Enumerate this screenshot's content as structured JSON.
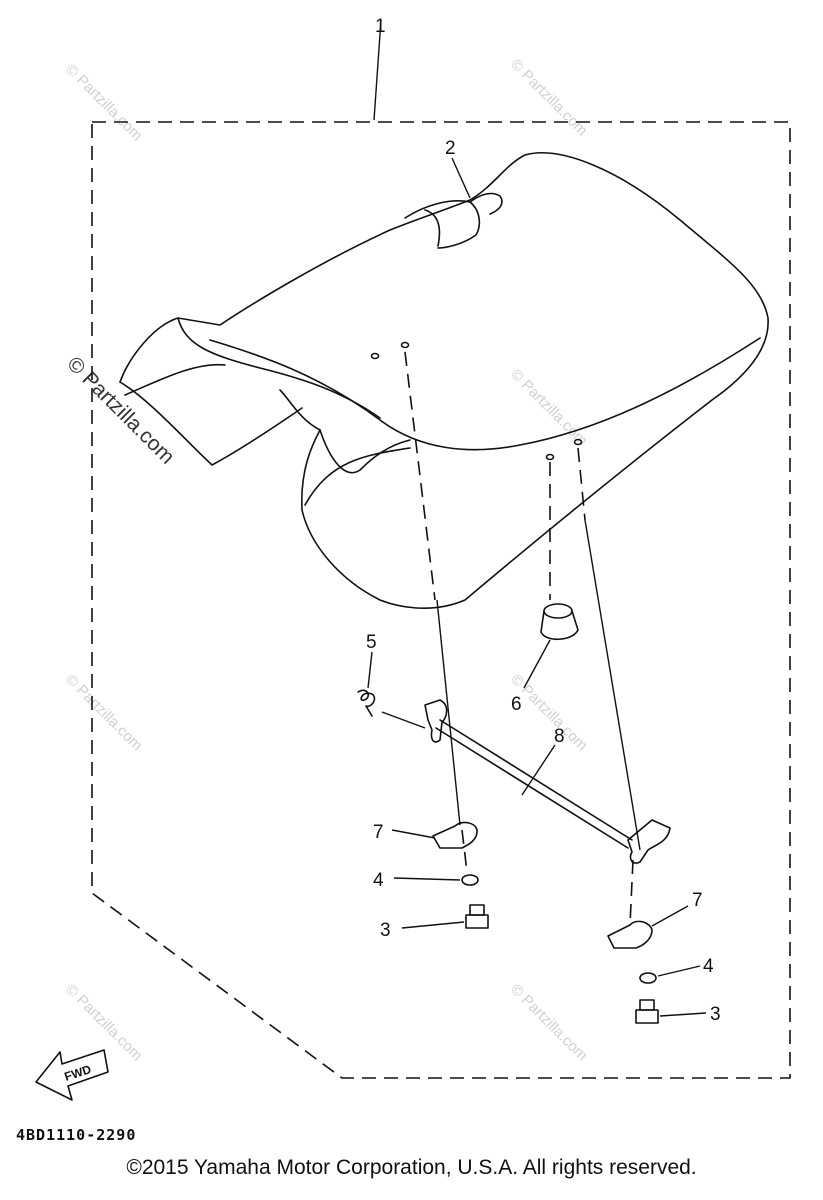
{
  "diagram": {
    "callouts": [
      {
        "id": "1",
        "label": "1"
      },
      {
        "id": "2",
        "label": "2"
      },
      {
        "id": "3a",
        "label": "3"
      },
      {
        "id": "3b",
        "label": "3"
      },
      {
        "id": "4a",
        "label": "4"
      },
      {
        "id": "4b",
        "label": "4"
      },
      {
        "id": "5",
        "label": "5"
      },
      {
        "id": "6",
        "label": "6"
      },
      {
        "id": "7a",
        "label": "7"
      },
      {
        "id": "7b",
        "label": "7"
      },
      {
        "id": "8",
        "label": "8"
      }
    ],
    "part_code": "4BD1110-2290",
    "fwd_label": "FWD",
    "watermark": "© Partzilla.com",
    "watermark_large": "© Partzilla.com"
  },
  "footer": {
    "copyright": "©2015  Yamaha Motor Corporation, U.S.A. All rights reserved."
  }
}
